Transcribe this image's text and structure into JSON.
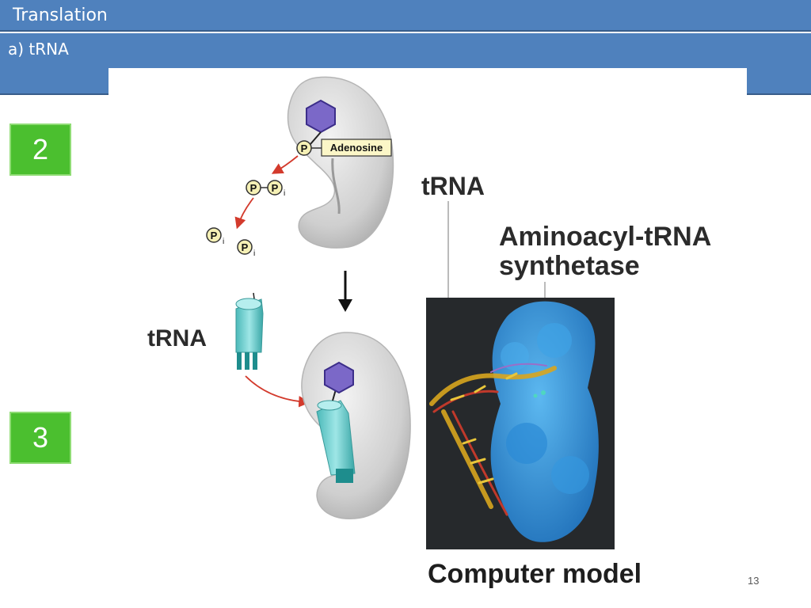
{
  "slide": {
    "title": "Translation",
    "subtitle": "a) tRNA",
    "page_number": "13"
  },
  "steps": [
    {
      "label": "2",
      "color": "#4bbf2f"
    },
    {
      "label": "3",
      "color": "#4bbf2f"
    }
  ],
  "diagram": {
    "adenosine_label": "Adenosine",
    "phosphate_symbol": "P",
    "inorganic_subscript": "i",
    "trna_label": "tRNA"
  },
  "model": {
    "trna_label": "tRNA",
    "enzyme_label_line1": "Aminoacyl-tRNA",
    "enzyme_label_line2": "synthetase",
    "caption": "Computer model"
  },
  "colors": {
    "header_blue": "#4f81bd",
    "enzyme_gray": "#c9c9c9",
    "amino_acid_purple": "#7b68c8",
    "trna_teal": "#67cfcf",
    "arrow_red": "#d33a2c",
    "protein_blue": "#2f8fd8",
    "model_background": "#26292c"
  }
}
